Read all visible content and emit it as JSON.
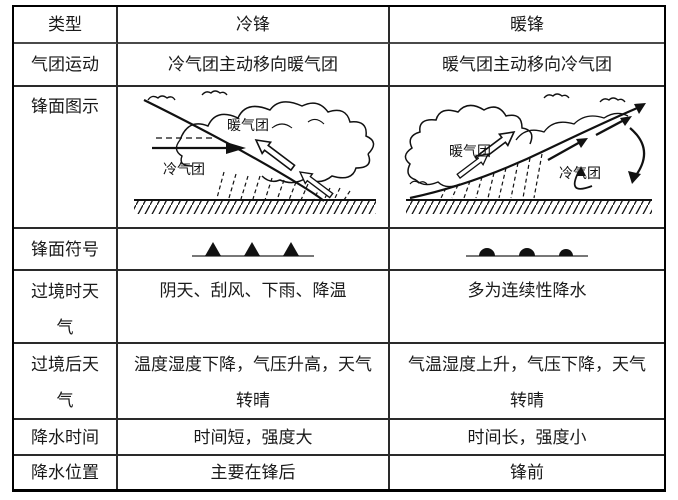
{
  "table": {
    "header": {
      "type": "类型",
      "cold": "冷锋",
      "warm": "暖锋"
    },
    "rows": [
      {
        "label": "气团运动",
        "cold": "冷气团主动移向暖气团",
        "warm": "暖气团主动移向冷气团"
      },
      {
        "label": "锋面图示"
      },
      {
        "label": "锋面符号"
      },
      {
        "label": "过境时天气",
        "cold": "阴天、刮风、下雨、降温",
        "warm": "多为连续性降水"
      },
      {
        "label": "过境后天气",
        "cold": "温度湿度下降，气压升高，天气转晴",
        "warm": "气温湿度上升，气压下降，天气转晴"
      },
      {
        "label": "降水时间",
        "cold": "时间短，强度大",
        "warm": "时间长，强度小"
      },
      {
        "label": "降水位置",
        "cold": "主要在锋后",
        "warm": "锋前"
      }
    ]
  },
  "diagrams": {
    "cold": {
      "warm_air": "暖气团",
      "cold_air": "冷气团"
    },
    "warm": {
      "warm_air": "暖气团",
      "cold_air": "冷气团"
    }
  },
  "icons": {
    "cold_front_symbol": "line-with-filled-triangles",
    "warm_front_symbol": "line-with-filled-semicircles"
  },
  "colors": {
    "text": "#1a1a1a",
    "border": "#000000",
    "symbol_line": "#777777",
    "background": "#ffffff"
  }
}
